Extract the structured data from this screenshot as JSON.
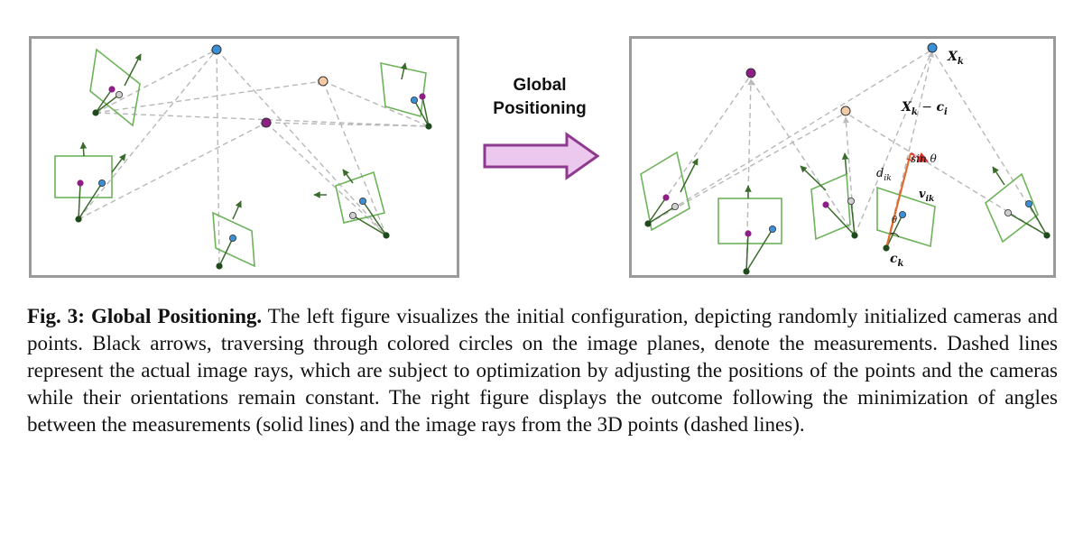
{
  "figure": {
    "arrow_label_line1": "Global",
    "arrow_label_line2": "Positioning",
    "annotations": {
      "point_label": "X",
      "point_sub": "k",
      "ray_label_a": "X",
      "ray_label_a_sub": "k",
      "ray_label_minus": " − ",
      "ray_label_b": "c",
      "ray_label_b_sub": "i",
      "sin_label": "sin θ",
      "d_label": "d",
      "d_sub": "ik",
      "v_label": "v",
      "v_sub": "ik",
      "theta_label": "θ",
      "c_label": "c",
      "c_sub": "k"
    },
    "colors": {
      "camera_green": "#6db35a",
      "arrow_green": "#3a6b2c",
      "dashed_gray": "#b8b8b8",
      "blue": "#3b8fd6",
      "purple": "#8e1f86",
      "peach": "#f3c9a6",
      "lightgray": "#cfcfcf",
      "dark_green": "#1f4a1c",
      "orange": "#e06b2c",
      "red": "#d9312b",
      "process_arrow_fill": "#ecc8ee",
      "process_arrow_stroke": "#8e3a8f"
    }
  },
  "caption": {
    "lead": "Fig. 3: Global Positioning.",
    "body": " The left figure visualizes the initial configuration, depicting randomly initialized cameras and points. Black arrows, traversing through colored circles on the image planes, denote the measurements. Dashed lines represent the actual image rays, which are subject to optimization by adjusting the positions of the points and the cameras while their orientations remain constant. The right figure displays the outcome following the minimization of angles between the measurements (solid lines) and the image rays from the 3D points (dashed lines)."
  }
}
